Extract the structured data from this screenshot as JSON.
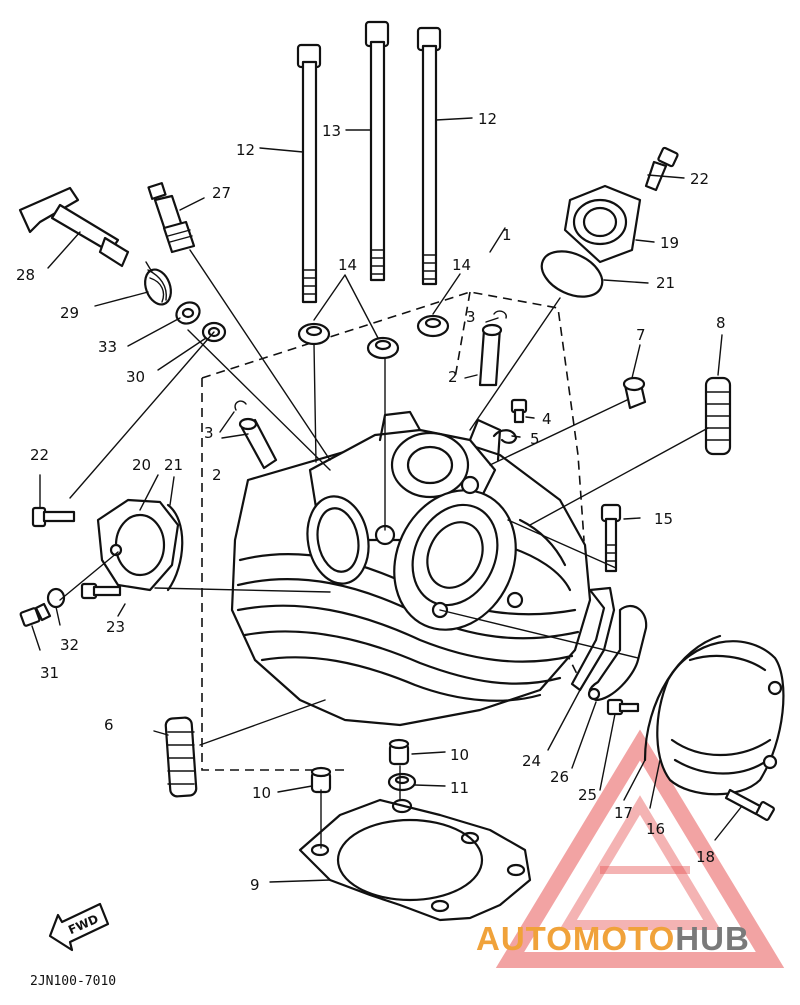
{
  "diagram": {
    "callouts": [
      {
        "id": "1",
        "text": "1"
      },
      {
        "id": "2a",
        "text": "2"
      },
      {
        "id": "2b",
        "text": "2"
      },
      {
        "id": "3a",
        "text": "3"
      },
      {
        "id": "3b",
        "text": "3"
      },
      {
        "id": "4",
        "text": "4"
      },
      {
        "id": "5",
        "text": "5"
      },
      {
        "id": "6",
        "text": "6"
      },
      {
        "id": "7",
        "text": "7"
      },
      {
        "id": "8",
        "text": "8"
      },
      {
        "id": "9",
        "text": "9"
      },
      {
        "id": "10a",
        "text": "10"
      },
      {
        "id": "10b",
        "text": "10"
      },
      {
        "id": "11",
        "text": "11"
      },
      {
        "id": "12a",
        "text": "12"
      },
      {
        "id": "12b",
        "text": "12"
      },
      {
        "id": "13",
        "text": "13"
      },
      {
        "id": "14a",
        "text": "14"
      },
      {
        "id": "14b",
        "text": "14"
      },
      {
        "id": "15",
        "text": "15"
      },
      {
        "id": "16",
        "text": "16"
      },
      {
        "id": "17",
        "text": "17"
      },
      {
        "id": "18",
        "text": "18"
      },
      {
        "id": "19",
        "text": "19"
      },
      {
        "id": "20",
        "text": "20"
      },
      {
        "id": "21a",
        "text": "21"
      },
      {
        "id": "21b",
        "text": "21"
      },
      {
        "id": "22a",
        "text": "22"
      },
      {
        "id": "22b",
        "text": "22"
      },
      {
        "id": "23",
        "text": "23"
      },
      {
        "id": "24",
        "text": "24"
      },
      {
        "id": "25",
        "text": "25"
      },
      {
        "id": "26",
        "text": "26"
      },
      {
        "id": "27",
        "text": "27"
      },
      {
        "id": "28",
        "text": "28"
      },
      {
        "id": "29",
        "text": "29"
      },
      {
        "id": "30",
        "text": "30"
      },
      {
        "id": "31",
        "text": "31"
      },
      {
        "id": "32",
        "text": "32"
      },
      {
        "id": "33",
        "text": "33"
      }
    ],
    "fwd_label": "FWD",
    "code": "2JN100-7010"
  },
  "watermark": {
    "part1": "AUTOMOTO",
    "part2": "HUB",
    "color_part1": "#f0a23a",
    "color_part2": "#7a7a7a",
    "logo_color": "#e23a3a"
  }
}
